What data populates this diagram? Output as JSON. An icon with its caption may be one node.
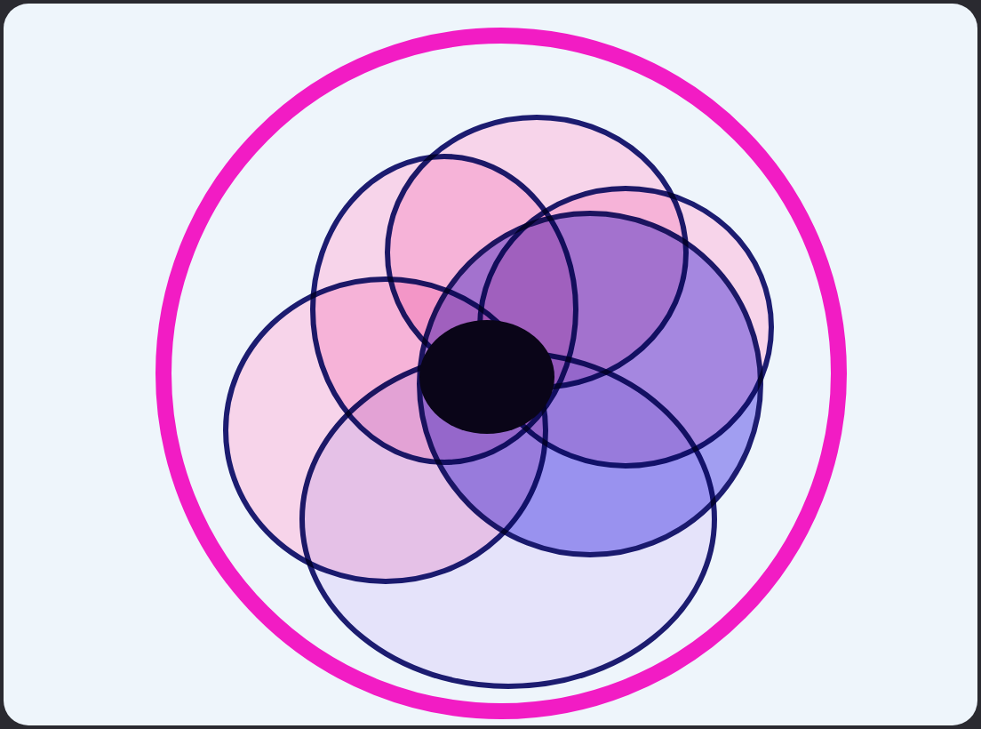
{
  "diagram": {
    "nodes": [
      {
        "text": [],
        "shape": "circle"
      },
      {
        "text": [],
        "shape": "ellipse",
        "in": 0
      },
      {
        "text": [],
        "shape": "ellipse",
        "in": 0
      },
      {
        "text": [],
        "shape": "ellipse",
        "in": 0
      },
      {
        "text": [],
        "shape": "ellipse",
        "in": 0
      },
      {
        "text": [],
        "shape": "ellipse",
        "in": 0
      },
      {
        "text": [],
        "shape": "ellipse",
        "in": 0
      },
      {
        "text": [],
        "shape": "ellipse"
      }
    ]
  }
}
